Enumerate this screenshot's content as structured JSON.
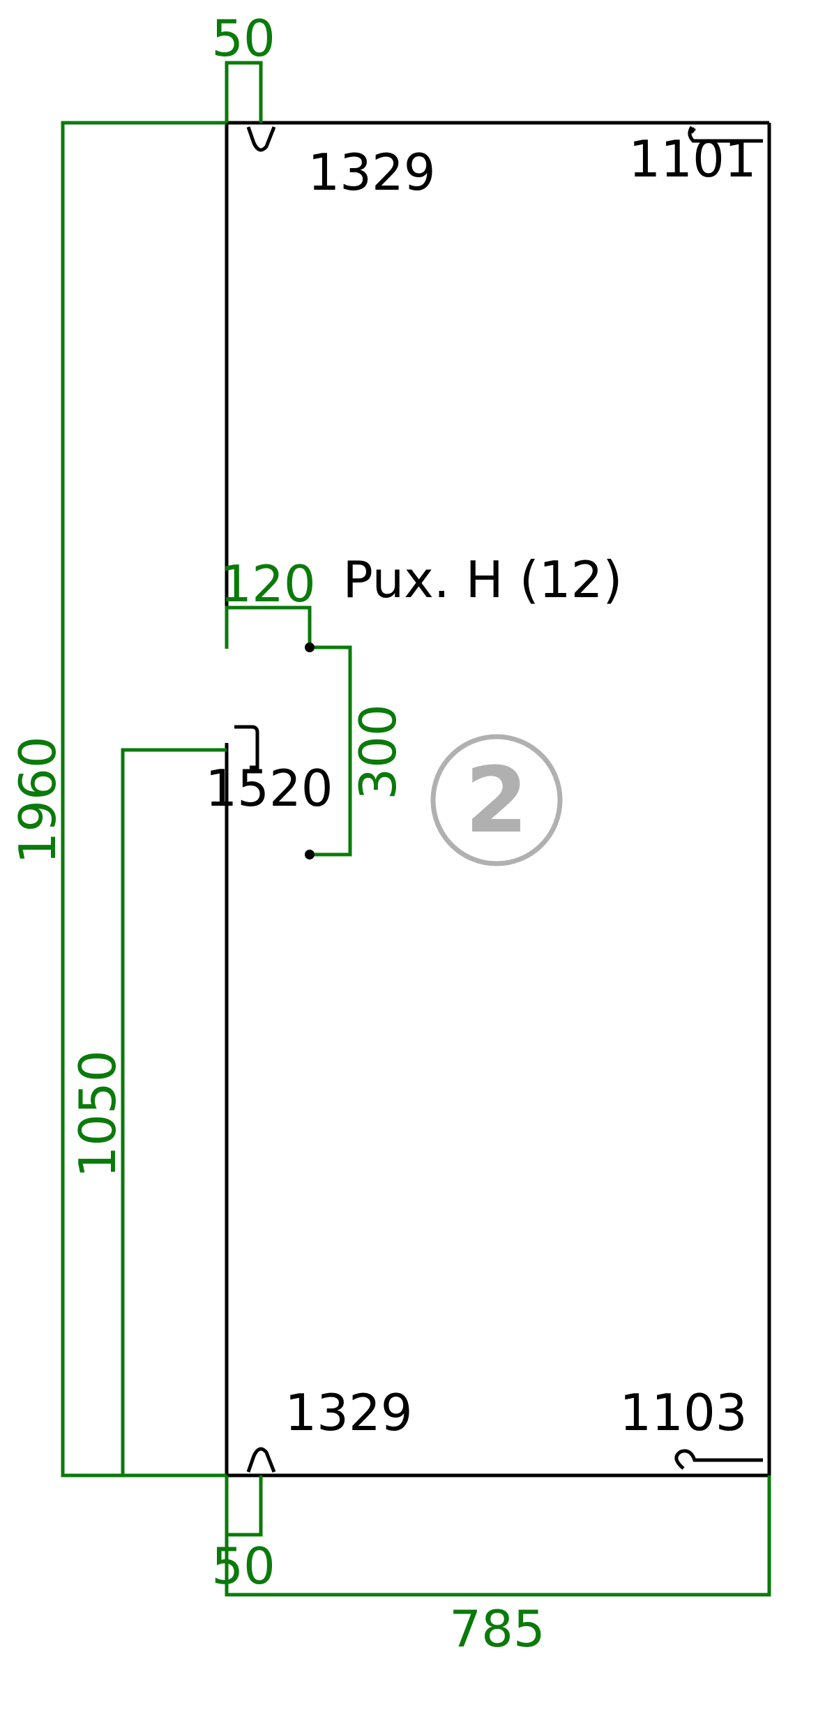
{
  "colors": {
    "dimension": "#0a7a0a",
    "outline": "#000000",
    "panel_marker": "#b0b0b0"
  },
  "dimensions": {
    "top_offset": "50",
    "bottom_offset": "50",
    "total_height": "1960",
    "lower_height": "1050",
    "hole_offset": "120",
    "hole_spacing": "300",
    "total_width": "785"
  },
  "labels": {
    "top_left_code": "1329",
    "top_right_code": "1101",
    "bottom_left_code": "1329",
    "bottom_right_code": "1103",
    "left_code": "1520",
    "panel_title": "Pux. H (12)"
  },
  "panel_number": "2"
}
